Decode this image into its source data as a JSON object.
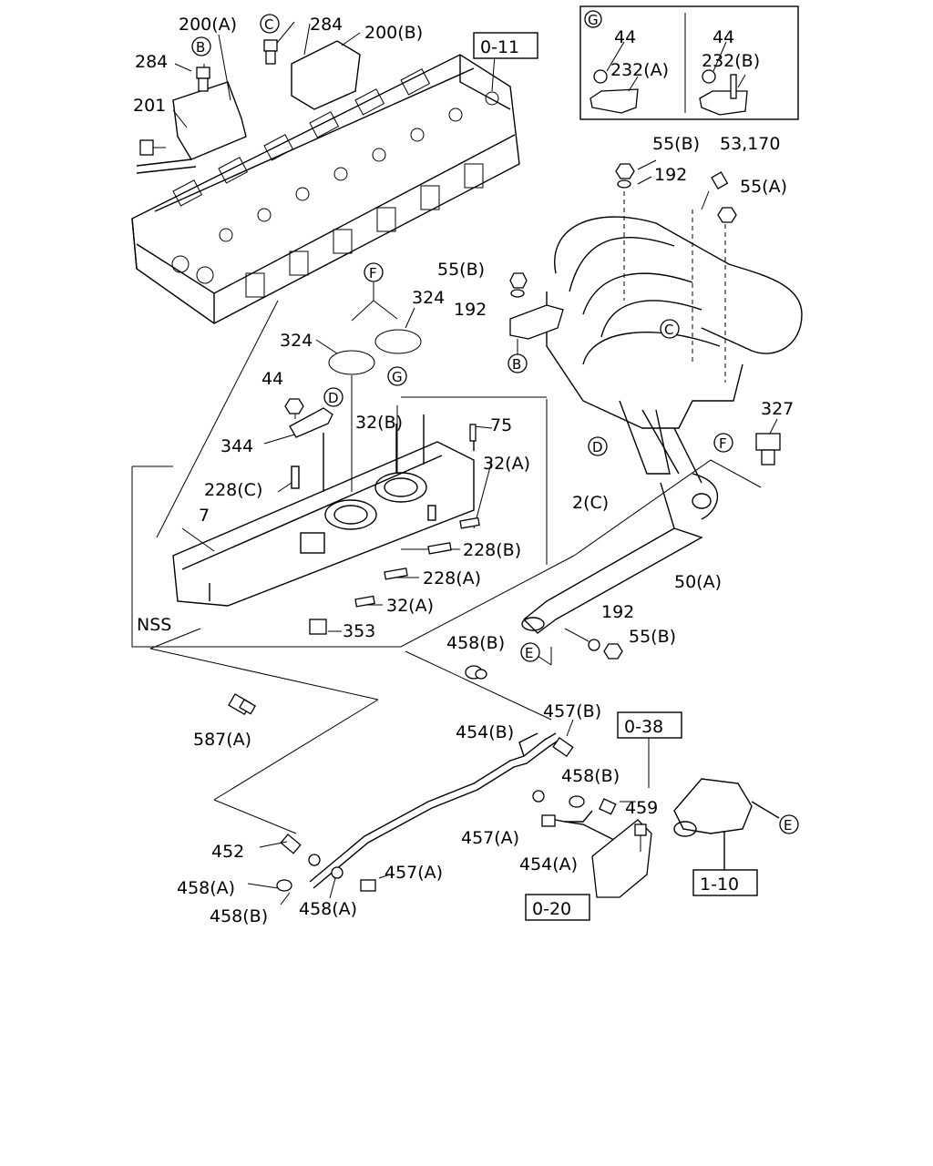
{
  "callouts": {
    "l_200A": "200(A)",
    "l_284a": "284",
    "l_284b": "284",
    "l_200B": "200(B)",
    "l_201": "201",
    "l_0_11": "0-11",
    "l_55B_top": "55(B)",
    "l_53_170": "53,170",
    "l_192_top": "192",
    "l_55A": "55(A)",
    "l_55B_mid": "55(B)",
    "l_324a": "324",
    "l_324b": "324",
    "l_192_mid": "192",
    "l_44_mid": "44",
    "l_32B": "32(B)",
    "l_75": "75",
    "l_344": "344",
    "l_327": "327",
    "l_228C": "228(C)",
    "l_32A_r": "32(A)",
    "l_2C": "2(C)",
    "l_7": "7",
    "l_228B": "228(B)",
    "l_228A": "228(A)",
    "l_32A_b": "32(A)",
    "l_NSS": "NSS",
    "l_353": "353",
    "l_50A": "50(A)",
    "l_192_bot": "192",
    "l_55B_bot": "55(B)",
    "l_458B_a": "458(B)",
    "l_457B": "457(B)",
    "l_0_38": "0-38",
    "l_587A": "587(A)",
    "l_454B": "454(B)",
    "l_458B_b": "458(B)",
    "l_459": "459",
    "l_457A_a": "457(A)",
    "l_454A": "454(A)",
    "l_452": "452",
    "l_457A_b": "457(A)",
    "l_458A_a": "458(A)",
    "l_458A_b": "458(A)",
    "l_458B_c": "458(B)",
    "l_0_20": "0-20",
    "l_1_10": "1-10"
  },
  "inset": {
    "marker": "G",
    "left_44": "44",
    "left_232A": "232(A)",
    "right_44": "44",
    "right_232B": "232(B)"
  },
  "markers": {
    "m_B_top": "B",
    "m_C_top": "C",
    "m_F_mid": "F",
    "m_B_pipe": "B",
    "m_C_pipe": "C",
    "m_D_mid": "D",
    "m_G_mid": "G",
    "m_D_pipe": "D",
    "m_F_pipe": "F",
    "m_E_mid": "E",
    "m_E_right": "E"
  }
}
